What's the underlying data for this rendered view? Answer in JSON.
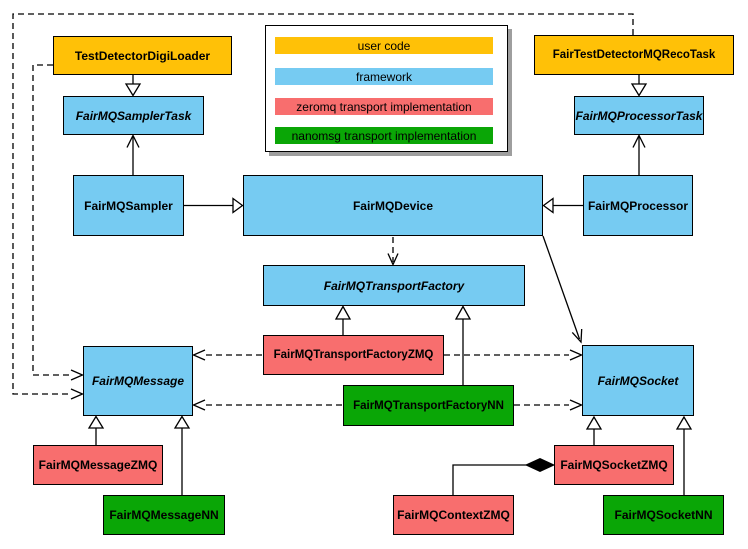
{
  "diagram": {
    "kind": "uml-class-diagram",
    "subject": "FairMQ framework transport classes"
  },
  "colors": {
    "user_code": "#FFC107",
    "framework": "#76CBF2",
    "zeromq": "#F86E6E",
    "nanomsg": "#0AA606",
    "edge": "#000000",
    "legend_shadow": "#9E9E9E"
  },
  "legend": {
    "items": [
      {
        "label": "user code",
        "color": "#FFC107"
      },
      {
        "label": "framework",
        "color": "#76CBF2"
      },
      {
        "label": "zeromq transport implementation",
        "color": "#F86E6E"
      },
      {
        "label": "nanomsg transport implementation",
        "color": "#0AA606"
      }
    ]
  },
  "nodes": {
    "digiloader": {
      "label": "TestDetectorDigiLoader",
      "category": "user code",
      "abstract": false
    },
    "recotask": {
      "label": "FairTestDetectorMQRecoTask",
      "category": "user code",
      "abstract": false
    },
    "samplertask": {
      "label": "FairMQSamplerTask",
      "category": "framework",
      "abstract": true
    },
    "processortask": {
      "label": "FairMQProcessorTask",
      "category": "framework",
      "abstract": true
    },
    "sampler": {
      "label": "FairMQSampler",
      "category": "framework",
      "abstract": false
    },
    "device": {
      "label": "FairMQDevice",
      "category": "framework",
      "abstract": false
    },
    "processor": {
      "label": "FairMQProcessor",
      "category": "framework",
      "abstract": false
    },
    "transportfactory": {
      "label": "FairMQTransportFactory",
      "category": "framework",
      "abstract": true
    },
    "transportfactoryzmq": {
      "label": "FairMQTransportFactoryZMQ",
      "category": "zeromq",
      "abstract": false
    },
    "transportfactorynn": {
      "label": "FairMQTransportFactoryNN",
      "category": "nanomsg",
      "abstract": false
    },
    "message": {
      "label": "FairMQMessage",
      "category": "framework",
      "abstract": true
    },
    "socket": {
      "label": "FairMQSocket",
      "category": "framework",
      "abstract": true
    },
    "messagezmq": {
      "label": "FairMQMessageZMQ",
      "category": "zeromq",
      "abstract": false
    },
    "messagenn": {
      "label": "FairMQMessageNN",
      "category": "nanomsg",
      "abstract": false
    },
    "socketzmq": {
      "label": "FairMQSocketZMQ",
      "category": "zeromq",
      "abstract": false
    },
    "socketnn": {
      "label": "FairMQSocketNN",
      "category": "nanomsg",
      "abstract": false
    },
    "contextzmq": {
      "label": "FairMQContextZMQ",
      "category": "zeromq",
      "abstract": false
    }
  },
  "relationships": [
    {
      "from": "TestDetectorDigiLoader",
      "to": "FairMQSamplerTask",
      "type": "inherits"
    },
    {
      "from": "FairMQSampler",
      "to": "FairMQSamplerTask",
      "type": "uses-arrow"
    },
    {
      "from": "FairTestDetectorMQRecoTask",
      "to": "FairMQProcessorTask",
      "type": "inherits"
    },
    {
      "from": "FairMQProcessor",
      "to": "FairMQProcessorTask",
      "type": "uses-arrow"
    },
    {
      "from": "FairMQSampler",
      "to": "FairMQDevice",
      "type": "inherits"
    },
    {
      "from": "FairMQProcessor",
      "to": "FairMQDevice",
      "type": "inherits"
    },
    {
      "from": "FairMQDevice",
      "to": "FairMQTransportFactory",
      "type": "dashed-dependency"
    },
    {
      "from": "FairMQDevice",
      "to": "FairMQSocket",
      "type": "uses-arrow"
    },
    {
      "from": "FairMQTransportFactoryZMQ",
      "to": "FairMQTransportFactory",
      "type": "inherits"
    },
    {
      "from": "FairMQTransportFactoryNN",
      "to": "FairMQTransportFactory",
      "type": "inherits"
    },
    {
      "from": "FairMQTransportFactoryZMQ",
      "to": "FairMQMessage",
      "type": "dashed-dependency"
    },
    {
      "from": "FairMQTransportFactoryZMQ",
      "to": "FairMQSocket",
      "type": "dashed-dependency"
    },
    {
      "from": "FairMQTransportFactoryNN",
      "to": "FairMQMessage",
      "type": "dashed-dependency"
    },
    {
      "from": "FairMQTransportFactoryNN",
      "to": "FairMQSocket",
      "type": "dashed-dependency"
    },
    {
      "from": "TestDetectorDigiLoader",
      "to": "FairMQMessage",
      "type": "dashed-dependency"
    },
    {
      "from": "FairTestDetectorMQRecoTask",
      "to": "FairMQMessage",
      "type": "dashed-dependency"
    },
    {
      "from": "FairMQMessageZMQ",
      "to": "FairMQMessage",
      "type": "inherits"
    },
    {
      "from": "FairMQMessageNN",
      "to": "FairMQMessage",
      "type": "inherits"
    },
    {
      "from": "FairMQSocketZMQ",
      "to": "FairMQSocket",
      "type": "inherits"
    },
    {
      "from": "FairMQSocketNN",
      "to": "FairMQSocket",
      "type": "inherits"
    },
    {
      "from": "FairMQContextZMQ",
      "to": "FairMQSocketZMQ",
      "type": "composition"
    }
  ]
}
